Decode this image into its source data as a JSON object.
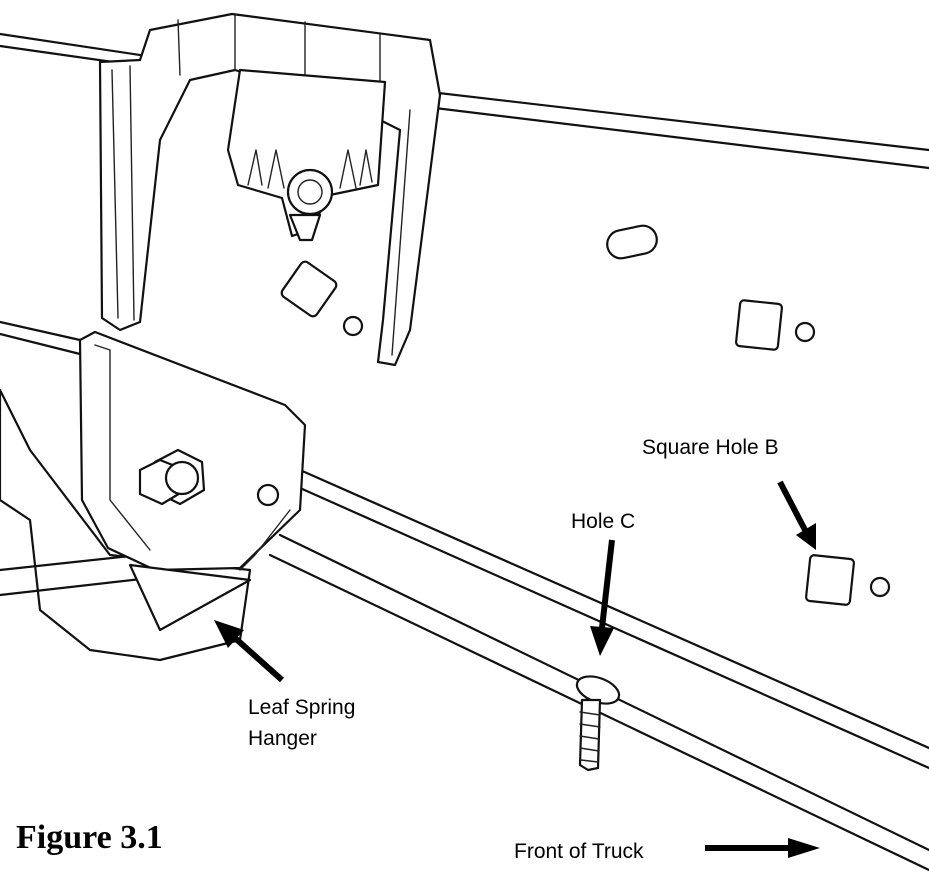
{
  "figure": {
    "title": "Figure 3.1"
  },
  "labels": {
    "square_hole_b": "Square Hole B",
    "hole_c": "Hole C",
    "leaf_spring_hanger_line1": "Leaf Spring",
    "leaf_spring_hanger_line2": "Hanger",
    "front_of_truck": "Front of Truck"
  },
  "colors": {
    "line": "#111111",
    "background": "#ffffff"
  }
}
